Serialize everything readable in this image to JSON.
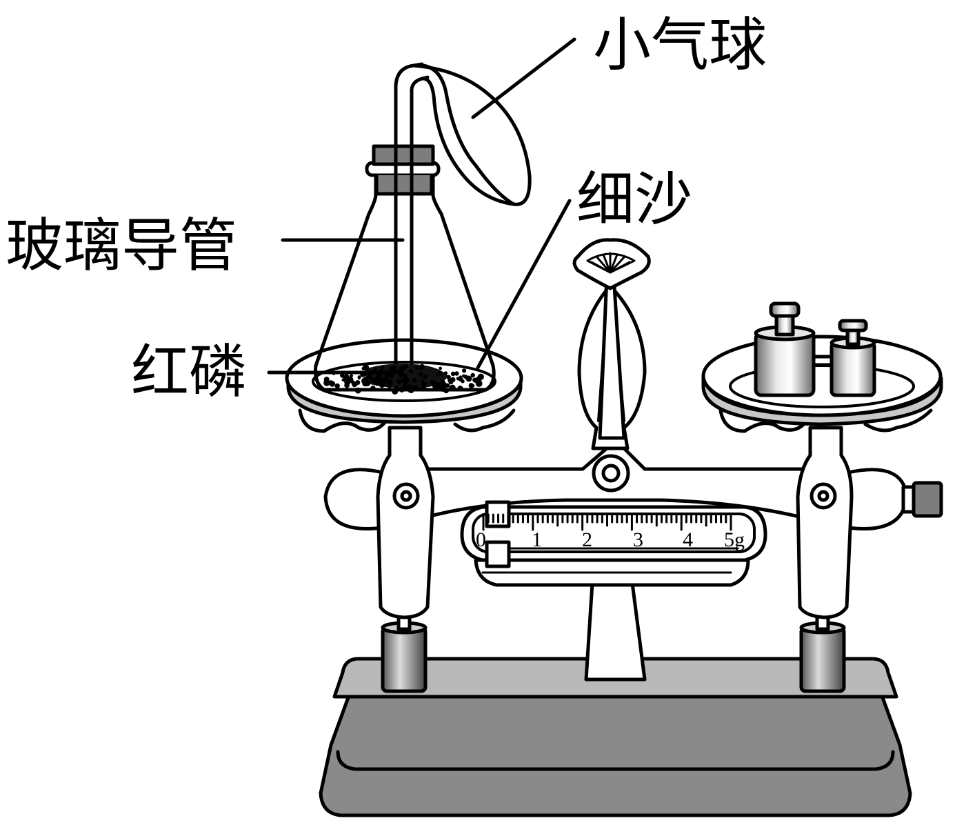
{
  "labels": {
    "balloon": "小气球",
    "glass_tube": "玻璃导管",
    "fine_sand": "细沙",
    "red_phosphorus": "红磷"
  },
  "scale": {
    "ticks": [
      "0",
      "1",
      "2",
      "3",
      "4",
      "5g"
    ]
  },
  "colors": {
    "stroke": "#000000",
    "base_gray": "#8a8a8a",
    "base_light": "#b9b9b9",
    "stopper_gray": "#7d7d7d",
    "pan_gray": "#c8c8c8"
  }
}
